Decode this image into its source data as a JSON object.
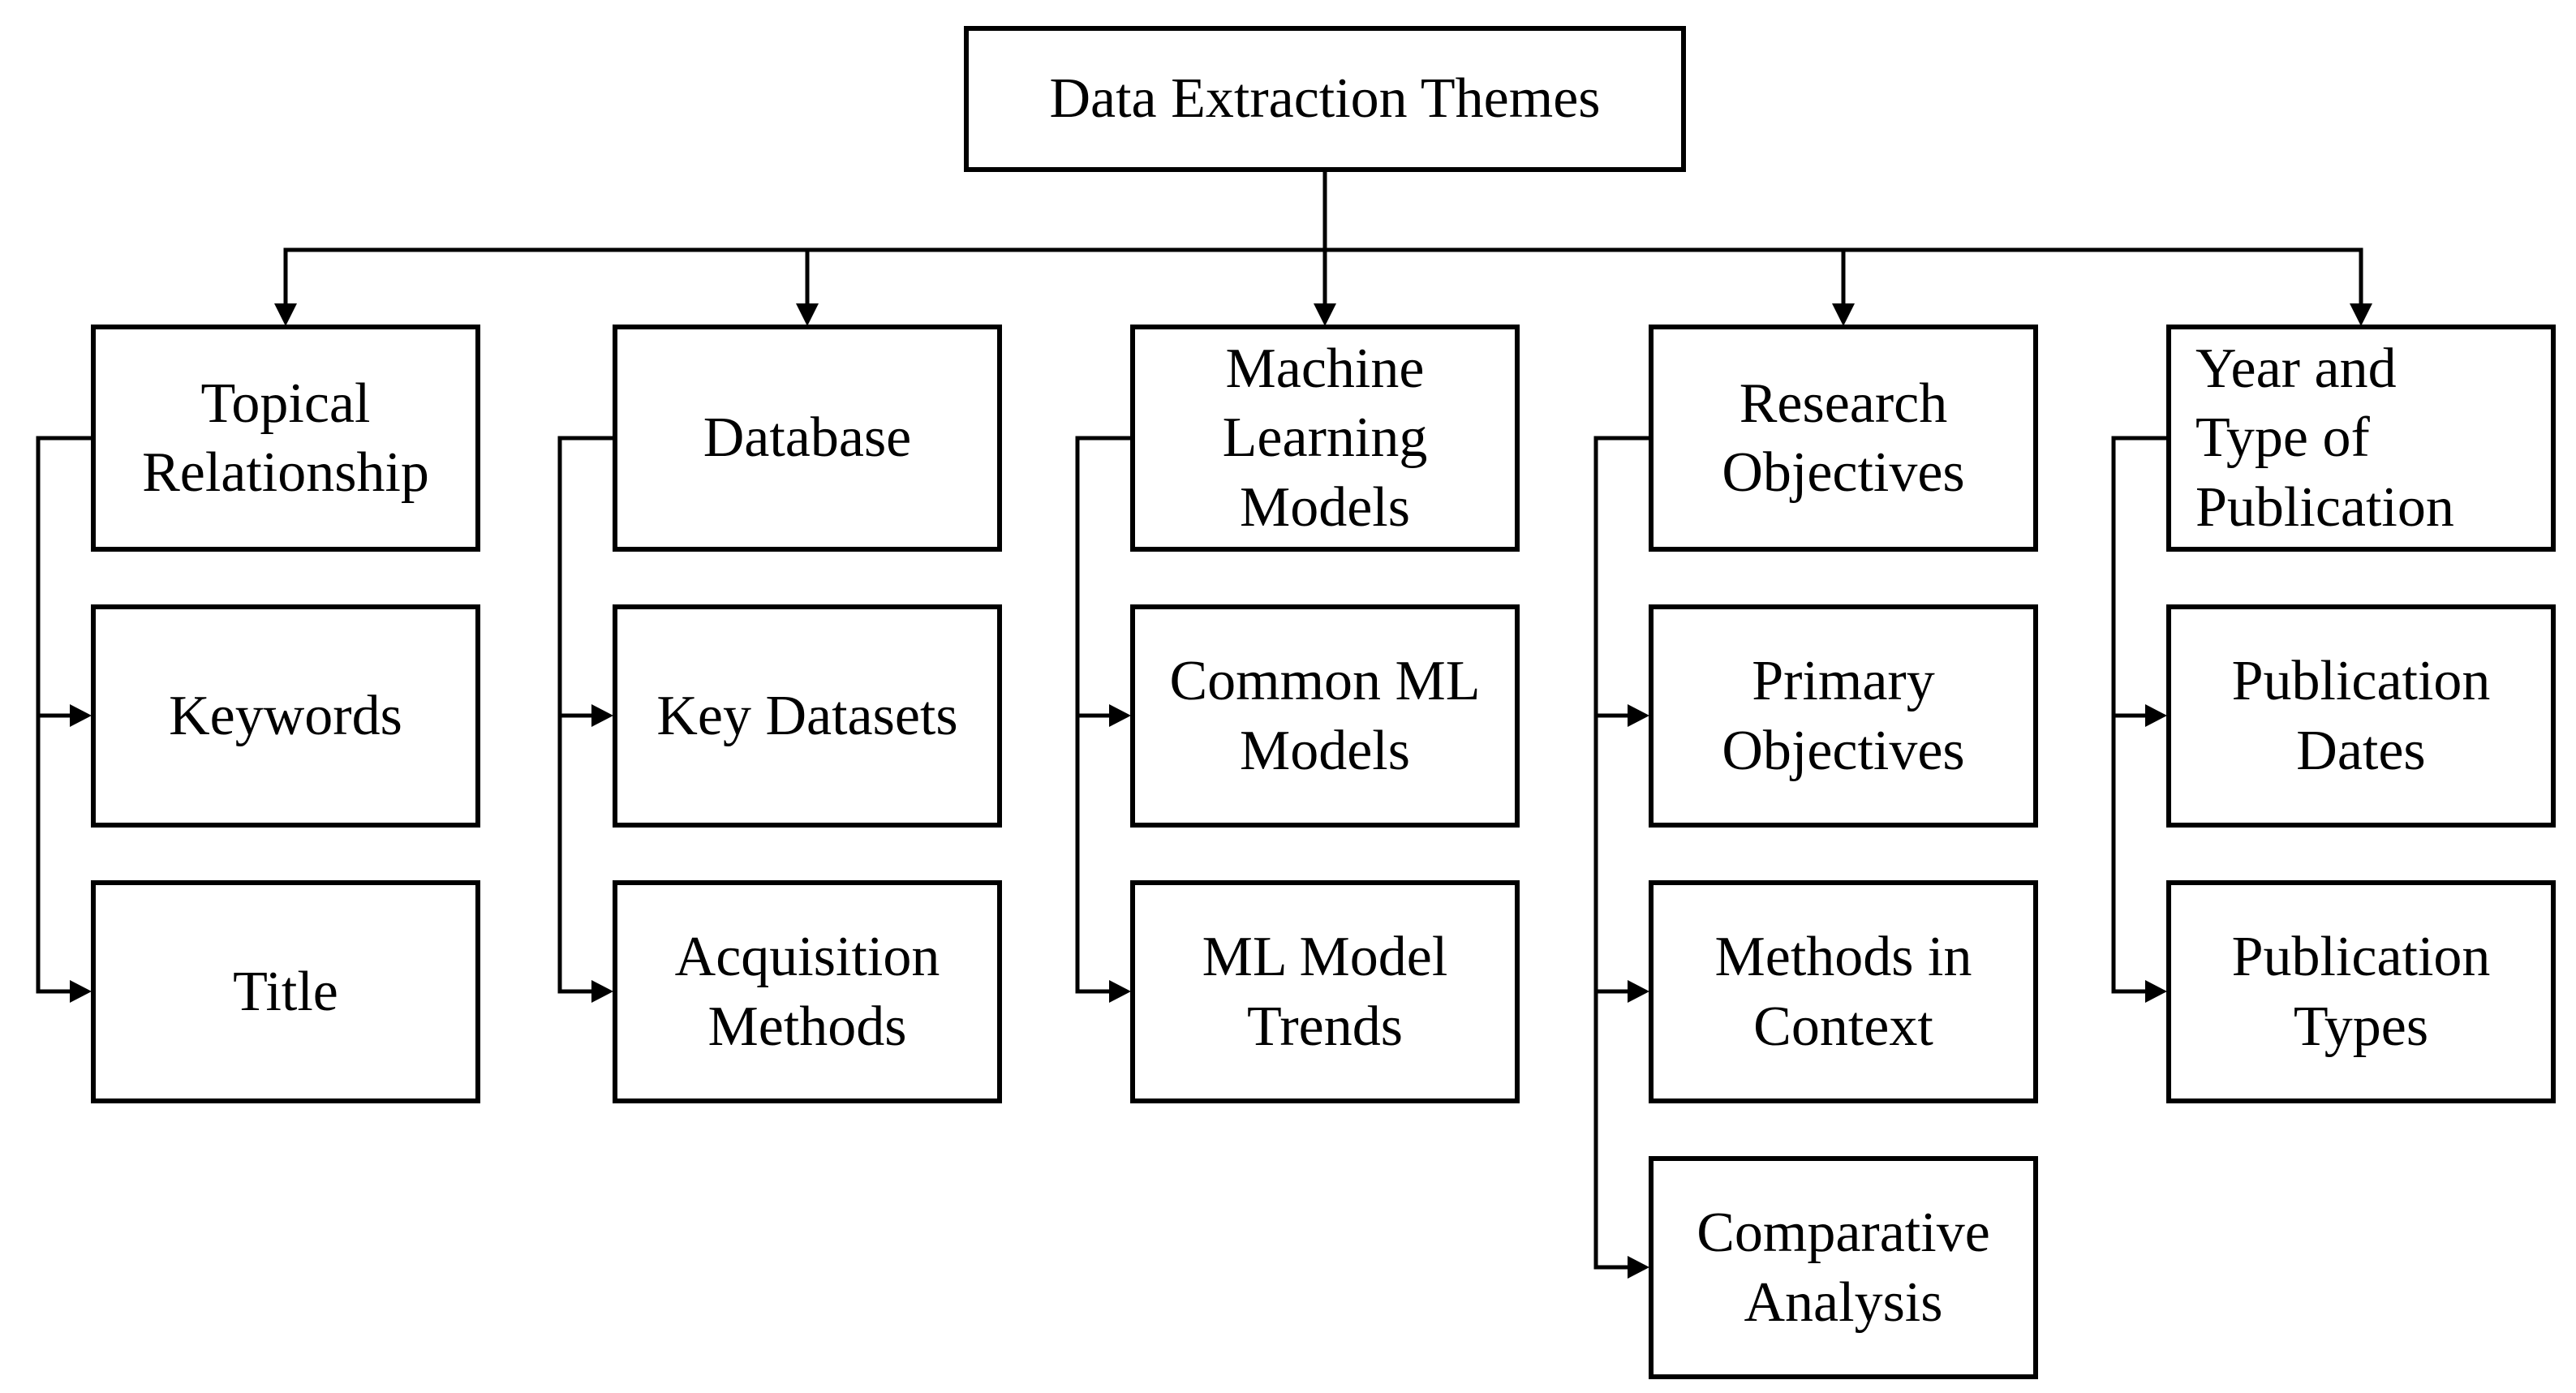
{
  "diagram_title": "Data Extraction Themes",
  "root": {
    "label": "Data Extraction Themes"
  },
  "columns": [
    {
      "parent": {
        "label": "Topical\nRelationship"
      },
      "children": [
        {
          "label": "Keywords"
        },
        {
          "label": "Title"
        }
      ]
    },
    {
      "parent": {
        "label": "Database"
      },
      "children": [
        {
          "label": "Key Datasets"
        },
        {
          "label": "Acquisition\nMethods"
        }
      ]
    },
    {
      "parent": {
        "label": "Machine\nLearning\nModels"
      },
      "children": [
        {
          "label": "Common ML\nModels"
        },
        {
          "label": "ML Model\nTrends"
        }
      ]
    },
    {
      "parent": {
        "label": "Research\nObjectives"
      },
      "children": [
        {
          "label": "Primary\nObjectives"
        },
        {
          "label": "Methods in\nContext"
        },
        {
          "label": "Comparative\nAnalysis"
        }
      ]
    },
    {
      "parent": {
        "label": "Year and\nType of\nPublication"
      },
      "children": [
        {
          "label": "Publication\nDates"
        },
        {
          "label": "Publication\nTypes"
        }
      ]
    }
  ],
  "colors": {
    "background": "#ffffff",
    "line": "#000000",
    "text": "#000000",
    "box_fill": "#ffffff"
  }
}
